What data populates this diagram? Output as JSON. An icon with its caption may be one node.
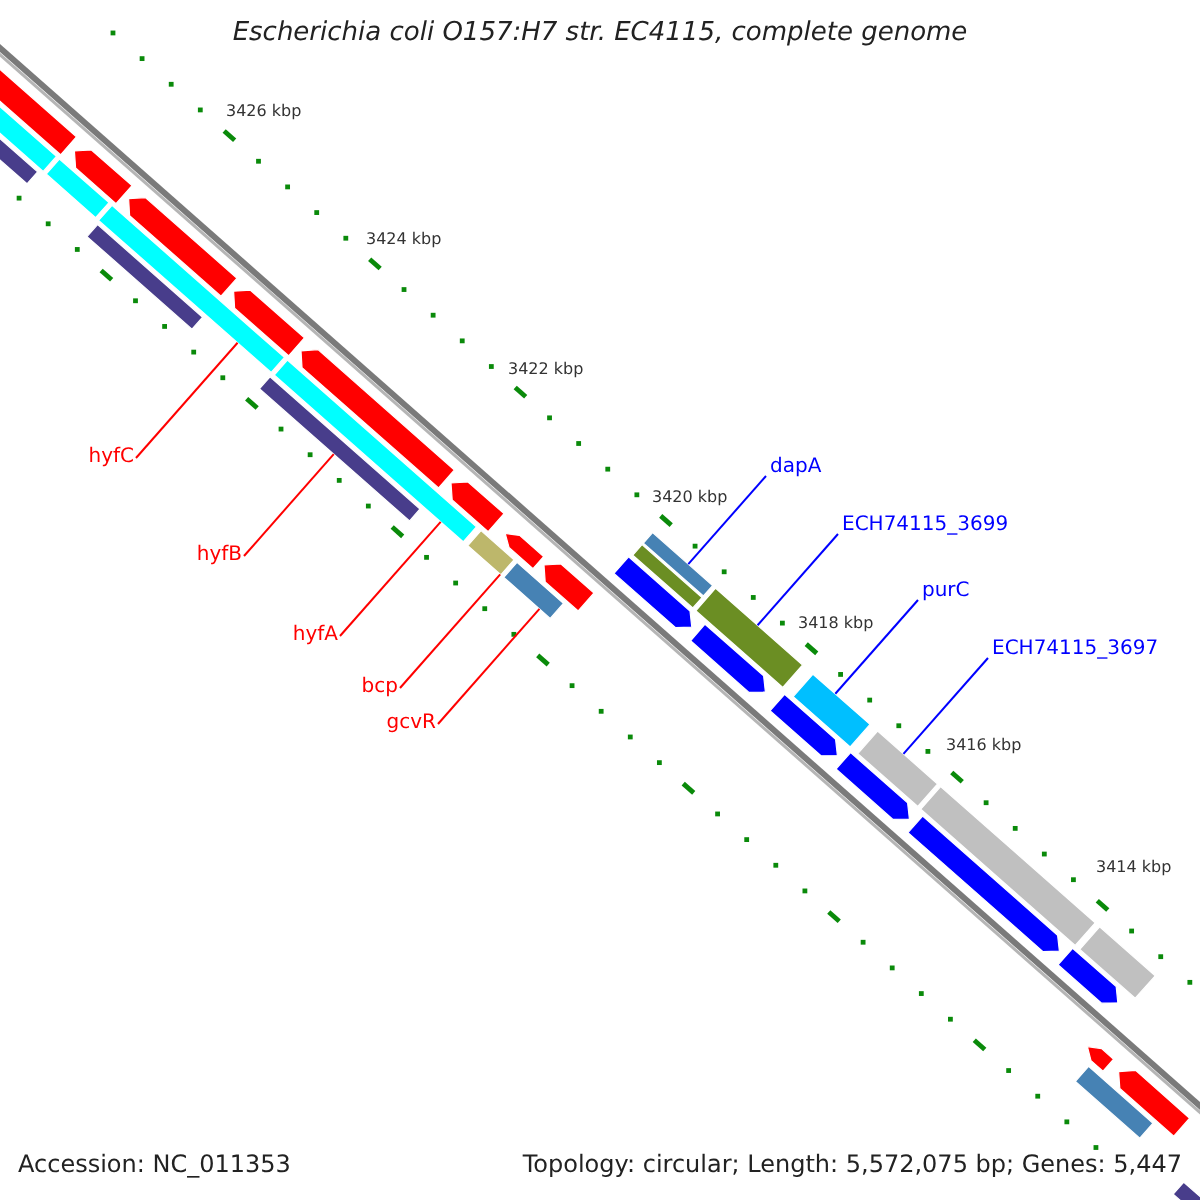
{
  "diagram": {
    "title": "Escherichia coli O157:H7 str. EC4115, complete genome",
    "nodes": [
      {
        "text": [
          "hyfC"
        ]
      },
      {
        "text": [
          "hyfB"
        ]
      },
      {
        "text": [
          "hyfA"
        ]
      },
      {
        "text": [
          "bcp"
        ]
      },
      {
        "text": [
          "gcvR"
        ]
      },
      {
        "text": [
          "dapA"
        ]
      },
      {
        "text": [
          "ECH74115_3699"
        ]
      },
      {
        "text": [
          "purC"
        ]
      },
      {
        "text": [
          "ECH74115_3697"
        ]
      },
      {
        "text": [],
        "shape": "bar"
      },
      {
        "text": [],
        "shape": "bar"
      },
      {
        "text": [],
        "shape": "bar"
      },
      {
        "text": [],
        "shape": "bar"
      },
      {
        "text": [],
        "shape": "bar"
      },
      {
        "text": [],
        "shape": "bar"
      },
      {
        "text": [],
        "shape": "bar"
      },
      {
        "text": [],
        "shape": "bar"
      },
      {
        "text": [],
        "shape": "bar"
      },
      {
        "text": [],
        "shape": "pentagon"
      },
      {
        "text": [],
        "shape": "pentagon"
      },
      {
        "text": [],
        "shape": "pentagon"
      },
      {
        "text": [],
        "shape": "pentagon"
      },
      {
        "text": [],
        "shape": "pentagon"
      },
      {
        "text": [],
        "shape": "pentagon"
      },
      {
        "text": [],
        "shape": "pentagon"
      },
      {
        "text": [],
        "shape": "pentagon"
      },
      {
        "text": [],
        "shape": "pentagon"
      },
      {
        "text": [],
        "shape": "pentagon"
      },
      {
        "text": [],
        "shape": "bar"
      },
      {
        "text": [],
        "shape": "bar"
      },
      {
        "text": [],
        "shape": "bar"
      },
      {
        "text": [],
        "shape": "bar"
      },
      {
        "text": [],
        "shape": "bar"
      },
      {
        "text": [],
        "shape": "bar"
      },
      {
        "text": [],
        "shape": "bar"
      },
      {
        "text": [],
        "shape": "pentagon"
      },
      {
        "text": [],
        "shape": "pentagon"
      },
      {
        "text": [],
        "shape": "pentagon"
      },
      {
        "text": [],
        "shape": "pentagon"
      },
      {
        "text": [],
        "shape": "pentagon"
      },
      {
        "text": [],
        "shape": "pentagon"
      },
      {
        "text": [],
        "shape": "bar"
      },
      {
        "text": [],
        "shape": "bar"
      }
    ],
    "edges": [
      {
        "from": 0,
        "to": 9,
        "arrow": "none"
      },
      {
        "from": 1,
        "to": 10,
        "arrow": "none"
      },
      {
        "from": 2,
        "to": 11,
        "arrow": "none"
      },
      {
        "from": 3,
        "to": 12,
        "arrow": "none"
      },
      {
        "from": 4,
        "to": 13,
        "arrow": "none"
      },
      {
        "from": 5,
        "to": 14,
        "arrow": "none",
        "color": "#0000ff"
      },
      {
        "from": 6,
        "to": 15,
        "arrow": "none",
        "color": "#0000ff"
      },
      {
        "from": 7,
        "to": 16,
        "arrow": "none",
        "color": "#0000ff"
      },
      {
        "from": 8,
        "to": 17,
        "arrow": "none",
        "color": "#0000ff"
      }
    ],
    "labels": [
      "3426 kbp",
      "3424 kbp",
      "3422 kbp",
      "3420 kbp",
      "3418 kbp",
      "3416 kbp",
      "3414 kbp",
      "Accession: NC_011353",
      "Topology: circular; Length: 5,572,075 bp; Genes: 5,447"
    ]
  }
}
